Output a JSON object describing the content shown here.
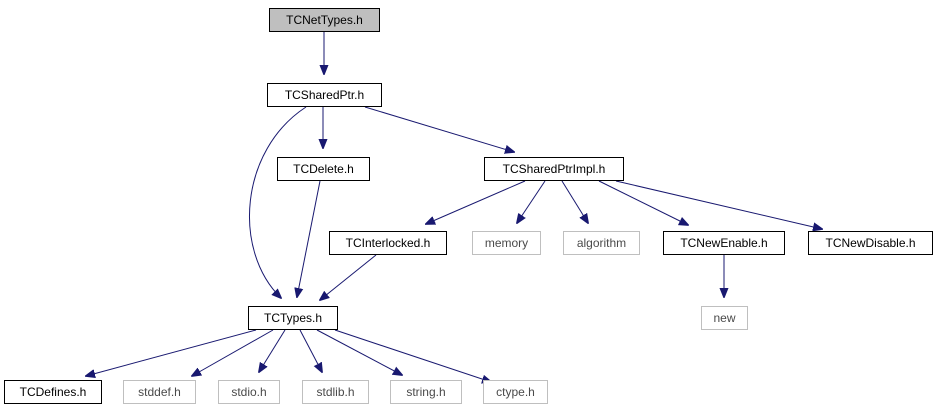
{
  "colors": {
    "edge": "#191970",
    "node_border": "#000000",
    "external_border": "#bfbfbf",
    "root_fill": "#bfbfbf"
  },
  "nodes": {
    "tcnettypes": "TCNetTypes.h",
    "tcsharedptr": "TCSharedPtr.h",
    "tcdelete": "TCDelete.h",
    "tcsharedptrimpl": "TCSharedPtrImpl.h",
    "tcinterlocked": "TCInterlocked.h",
    "memory": "memory",
    "algorithm": "algorithm",
    "tcnewenable": "TCNewEnable.h",
    "tcnewdisable": "TCNewDisable.h",
    "new": "new",
    "tctypes": "TCTypes.h",
    "tcdefines": "TCDefines.h",
    "stddef": "stddef.h",
    "stdio": "stdio.h",
    "stdlib": "stdlib.h",
    "string": "string.h",
    "ctype": "ctype.h"
  },
  "edges": [
    [
      "tcnettypes",
      "tcsharedptr"
    ],
    [
      "tcsharedptr",
      "tcdelete"
    ],
    [
      "tcsharedptr",
      "tcsharedptrimpl"
    ],
    [
      "tcsharedptr",
      "tctypes"
    ],
    [
      "tcdelete",
      "tctypes"
    ],
    [
      "tcsharedptrimpl",
      "tcinterlocked"
    ],
    [
      "tcsharedptrimpl",
      "memory"
    ],
    [
      "tcsharedptrimpl",
      "algorithm"
    ],
    [
      "tcsharedptrimpl",
      "tcnewenable"
    ],
    [
      "tcsharedptrimpl",
      "tcnewdisable"
    ],
    [
      "tcinterlocked",
      "tctypes"
    ],
    [
      "tcnewenable",
      "new"
    ],
    [
      "tctypes",
      "tcdefines"
    ],
    [
      "tctypes",
      "stddef"
    ],
    [
      "tctypes",
      "stdio"
    ],
    [
      "tctypes",
      "stdlib"
    ],
    [
      "tctypes",
      "string"
    ],
    [
      "tctypes",
      "ctype"
    ]
  ]
}
